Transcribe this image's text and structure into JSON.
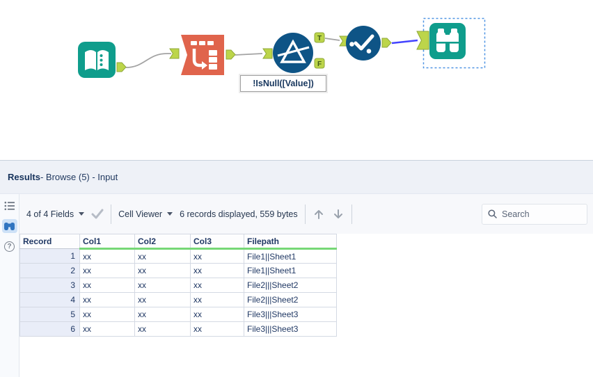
{
  "canvas": {
    "annotation": "!IsNull([Value])",
    "filter": {
      "true_label": "T",
      "false_label": "F"
    },
    "tools": [
      {
        "icon": "input-data-icon"
      },
      {
        "icon": "transpose-icon"
      },
      {
        "icon": "filter-icon"
      },
      {
        "icon": "select-icon"
      },
      {
        "icon": "browse-icon"
      }
    ]
  },
  "results": {
    "title": {
      "bold": "Results",
      "rest": " - Browse (5) - Input"
    },
    "toolbar": {
      "fields_dropdown": "4 of 4 Fields",
      "cell_viewer_dropdown": "Cell Viewer",
      "records_info": "6 records displayed, 559 bytes",
      "search_placeholder": "Search"
    },
    "side_icons": [
      "list-icon",
      "binoculars-icon",
      "help-icon"
    ],
    "table": {
      "columns": [
        "Record",
        "Col1",
        "Col2",
        "Col3",
        "Filepath"
      ],
      "rows": [
        [
          "1",
          "xx",
          "xx",
          "xx",
          "File1||Sheet1"
        ],
        [
          "2",
          "xx",
          "xx",
          "xx",
          "File1||Sheet1"
        ],
        [
          "3",
          "xx",
          "xx",
          "xx",
          "File2|||Sheet2"
        ],
        [
          "4",
          "xx",
          "xx",
          "xx",
          "File2|||Sheet2"
        ],
        [
          "5",
          "xx",
          "xx",
          "xx",
          "File3|||Sheet3"
        ],
        [
          "6",
          "xx",
          "xx",
          "xx",
          "File3|||Sheet3"
        ]
      ]
    }
  },
  "colors": {
    "teal": "#0f9d8c",
    "transform_salmon": "#e0644c",
    "tool_blue": "#0e5486",
    "anchor_green": "#bcd54a",
    "wire_gray": "#a3a3a3",
    "selected_wire_blue": "#4343ff",
    "selection_dash_blue": "#4f94e3",
    "header_underline_green": "#76d776",
    "record_column_bg": "#e9edf8",
    "panel_header_bg": "#eef1f7"
  }
}
